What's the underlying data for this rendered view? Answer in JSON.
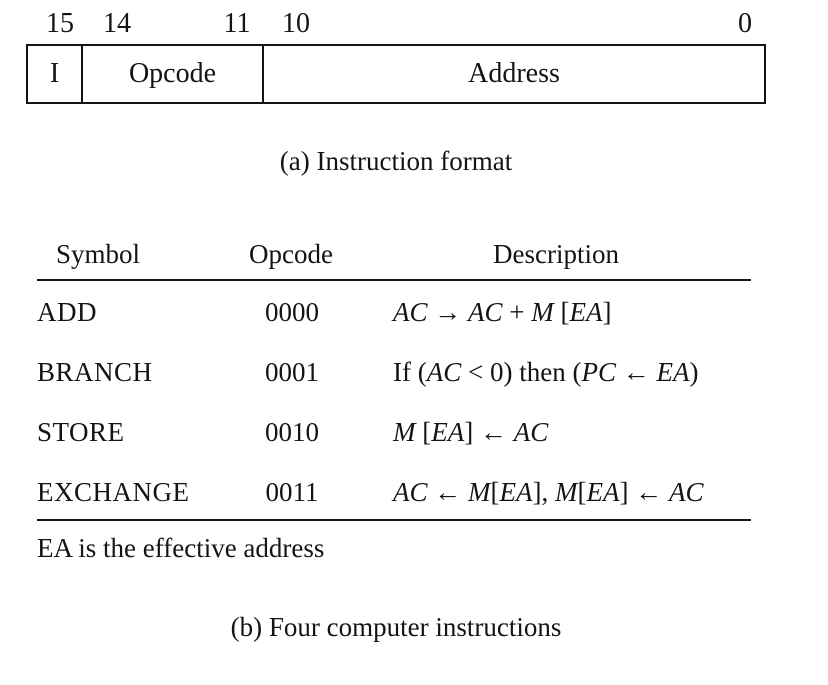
{
  "colors": {
    "ink": "#141414",
    "background": "#ffffff"
  },
  "instruction_format": {
    "bit_labels": [
      "15",
      "14",
      "11",
      "10",
      "0"
    ],
    "fields": [
      "I",
      "Opcode",
      "Address"
    ],
    "caption": "(a) Instruction format"
  },
  "instruction_table": {
    "headers": {
      "symbol": "Symbol",
      "opcode": "Opcode",
      "description": "Description"
    },
    "rows": [
      {
        "symbol": "ADD",
        "opcode": "0000",
        "description": [
          {
            "text": "AC",
            "italic": true
          },
          {
            "text": " → ",
            "italic": false
          },
          {
            "text": "AC",
            "italic": true
          },
          {
            "text": " + ",
            "italic": false
          },
          {
            "text": "M",
            "italic": true
          },
          {
            "text": " [",
            "italic": false
          },
          {
            "text": "EA",
            "italic": true
          },
          {
            "text": "]",
            "italic": false
          }
        ]
      },
      {
        "symbol": "BRANCH",
        "opcode": "0001",
        "description": [
          {
            "text": "If (",
            "italic": false
          },
          {
            "text": "AC",
            "italic": true
          },
          {
            "text": " < 0) then (",
            "italic": false
          },
          {
            "text": "PC",
            "italic": true
          },
          {
            "text": " ← ",
            "italic": false
          },
          {
            "text": "EA",
            "italic": true
          },
          {
            "text": ")",
            "italic": false
          }
        ]
      },
      {
        "symbol": "STORE",
        "opcode": "0010",
        "description": [
          {
            "text": "M",
            "italic": true
          },
          {
            "text": " [",
            "italic": false
          },
          {
            "text": "EA",
            "italic": true
          },
          {
            "text": "] ← ",
            "italic": false
          },
          {
            "text": "AC",
            "italic": true
          }
        ]
      },
      {
        "symbol": "EXCHANGE",
        "opcode": "0011",
        "description": [
          {
            "text": "AC",
            "italic": true
          },
          {
            "text": " ← ",
            "italic": false
          },
          {
            "text": "M",
            "italic": true
          },
          {
            "text": "[",
            "italic": false
          },
          {
            "text": "EA",
            "italic": true
          },
          {
            "text": "], ",
            "italic": false
          },
          {
            "text": "M",
            "italic": true
          },
          {
            "text": "[",
            "italic": false
          },
          {
            "text": "EA",
            "italic": true
          },
          {
            "text": "] ← ",
            "italic": false
          },
          {
            "text": "AC",
            "italic": true
          }
        ]
      }
    ],
    "footnote": "EA is the effective address",
    "caption": "(b) Four computer instructions"
  }
}
